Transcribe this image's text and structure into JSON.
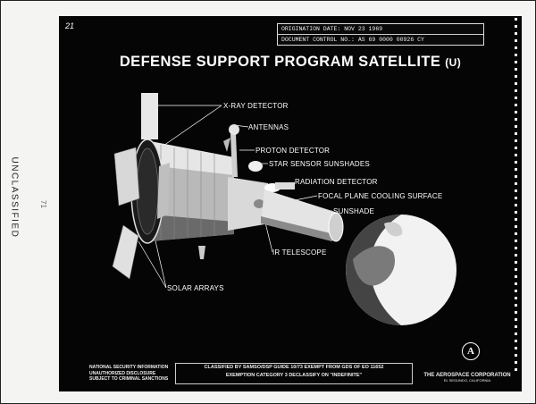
{
  "page": {
    "page_number": "21",
    "side_classification": "UNCLASSIFIED",
    "margin_mark": "71"
  },
  "stamp": {
    "origination_date": "ORIGINATION DATE: NOV 23 1969",
    "document_control": "DOCUMENT CONTROL NO.: AS 69 0000 00926 CY"
  },
  "title": {
    "main": "DEFENSE SUPPORT PROGRAM SATELLITE",
    "suffix": "(U)"
  },
  "labels": {
    "xray": "X-RAY DETECTOR",
    "antennas": "ANTENNAS",
    "proton": "PROTON DETECTOR",
    "star_sensor": "STAR SENSOR SUNSHADES",
    "radiation": "RADIATION DETECTOR",
    "focal_plane": "FOCAL PLANE COOLING SURFACE",
    "sunshade": "SUNSHADE",
    "ir_telescope": "IR TELESCOPE",
    "solar_arrays": "SOLAR ARRAYS"
  },
  "footer": {
    "left_line1": "NATIONAL SECURITY INFORMATION",
    "left_line2": "UNAUTHORIZED DISCLOSURE",
    "left_line3": "SUBJECT TO CRIMINAL SANCTIONS",
    "box_line1": "CLASSIFIED BY SAMSO/DSP GUIDE 10/73 EXEMPT FROM GDS OF EO 11652",
    "box_line2": "EXEMPTION CATEGORY   3     DECLASSIFY ON  \"INDEFINITE\"",
    "org_name": "THE AEROSPACE CORPORATION",
    "org_location": "EL SEGUNDO, CALIFORNIA",
    "logo_letter": "A"
  },
  "colors": {
    "background": "#050505",
    "ink": "#ffffff",
    "paper": "#f4f4f2"
  }
}
